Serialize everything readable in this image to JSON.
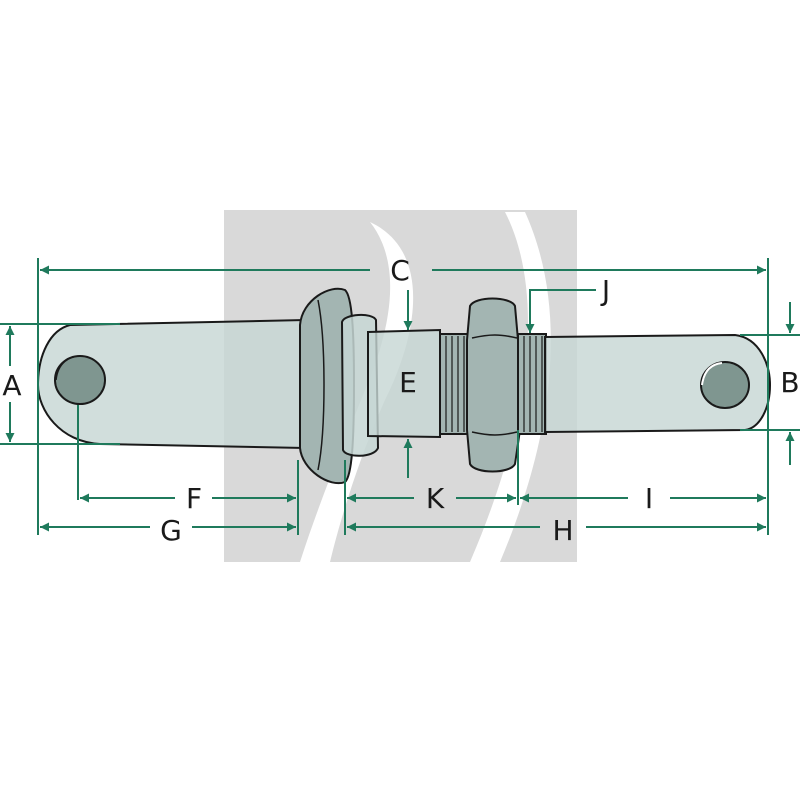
{
  "colors": {
    "dimension_line": "#1f7a5c",
    "part_fill": "#c5d6d3",
    "part_dark": "#a3b5b2",
    "hole_fill": "#7f9690",
    "outline": "#1a1a1a",
    "watermark": "#d6d6d6"
  },
  "watermark": {
    "kind": "logo"
  },
  "dimensions": {
    "A": "A",
    "B": "B",
    "C": "C",
    "E": "E",
    "F": "F",
    "G": "G",
    "H": "H",
    "I": "I",
    "J": "J",
    "K": "K"
  }
}
